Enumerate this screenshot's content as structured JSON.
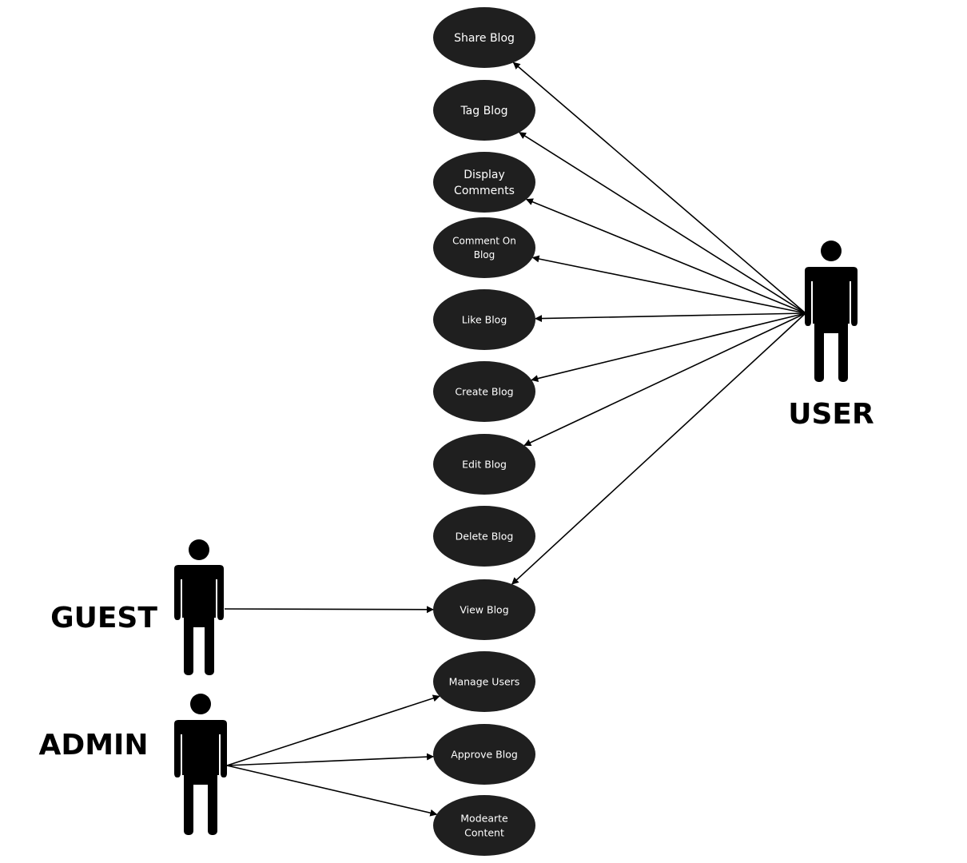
{
  "actors": [
    {
      "id": "user",
      "label": "USER"
    },
    {
      "id": "guest",
      "label": "GUEST"
    },
    {
      "id": "admin",
      "label": "ADMIN"
    }
  ],
  "use_cases": [
    {
      "id": "share-blog",
      "lines": [
        "Share Blog"
      ]
    },
    {
      "id": "tag-blog",
      "lines": [
        "Tag Blog"
      ]
    },
    {
      "id": "display-comments",
      "lines": [
        "Display",
        "Comments"
      ]
    },
    {
      "id": "comment-on-blog",
      "lines": [
        "Comment On",
        "Blog"
      ]
    },
    {
      "id": "like-blog",
      "lines": [
        "Like Blog"
      ]
    },
    {
      "id": "create-blog",
      "lines": [
        "Create Blog"
      ]
    },
    {
      "id": "edit-blog",
      "lines": [
        "Edit Blog"
      ]
    },
    {
      "id": "delete-blog",
      "lines": [
        "Delete Blog"
      ]
    },
    {
      "id": "view-blog",
      "lines": [
        "View Blog"
      ]
    },
    {
      "id": "manage-users",
      "lines": [
        "Manage Users"
      ]
    },
    {
      "id": "approve-blog",
      "lines": [
        "Approve Blog"
      ]
    },
    {
      "id": "moderate-content",
      "lines": [
        "Modearte",
        "Content"
      ]
    }
  ],
  "associations": [
    {
      "from": "user",
      "to": "share-blog"
    },
    {
      "from": "user",
      "to": "tag-blog"
    },
    {
      "from": "user",
      "to": "display-comments"
    },
    {
      "from": "user",
      "to": "comment-on-blog"
    },
    {
      "from": "user",
      "to": "like-blog"
    },
    {
      "from": "user",
      "to": "create-blog"
    },
    {
      "from": "user",
      "to": "edit-blog"
    },
    {
      "from": "user",
      "to": "view-blog"
    },
    {
      "from": "guest",
      "to": "view-blog"
    },
    {
      "from": "admin",
      "to": "manage-users"
    },
    {
      "from": "admin",
      "to": "approve-blog"
    },
    {
      "from": "admin",
      "to": "moderate-content"
    }
  ],
  "colors": {
    "use_case_fill": "#1f1f1f",
    "use_case_text": "#ffffff",
    "line": "#000000",
    "actor": "#000000"
  }
}
